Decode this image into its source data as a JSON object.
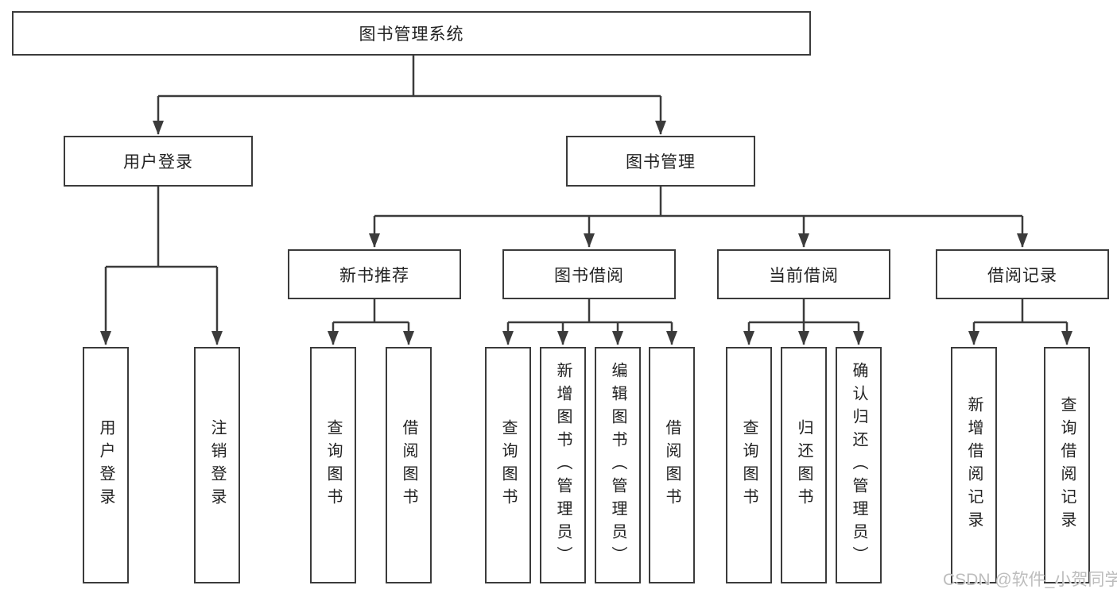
{
  "diagram": {
    "title": "图书管理系统",
    "level2": [
      "用户登录",
      "图书管理"
    ],
    "level3": [
      "新书推荐",
      "图书借阅",
      "当前借阅",
      "借阅记录"
    ],
    "leaves": {
      "user_login": [
        "用户登录",
        "注销登录"
      ],
      "new_book_recommend": [
        "查询图书",
        "借阅图书"
      ],
      "book_borrow": [
        "查询图书",
        "新增图书（管理员）",
        "编辑图书（管理员）",
        "借阅图书"
      ],
      "current_borrow": [
        "查询图书",
        "归还图书",
        "确认归还（管理员）"
      ],
      "borrow_record": [
        "新增借阅记录",
        "查询借阅记录"
      ]
    }
  },
  "watermark": "CSDN @软件_小贺同学",
  "colors": {
    "line": "#3b3b3b",
    "box_border": "#3b3b3b",
    "text": "#222222",
    "watermark": "#bdbdbd",
    "background": "#ffffff"
  }
}
